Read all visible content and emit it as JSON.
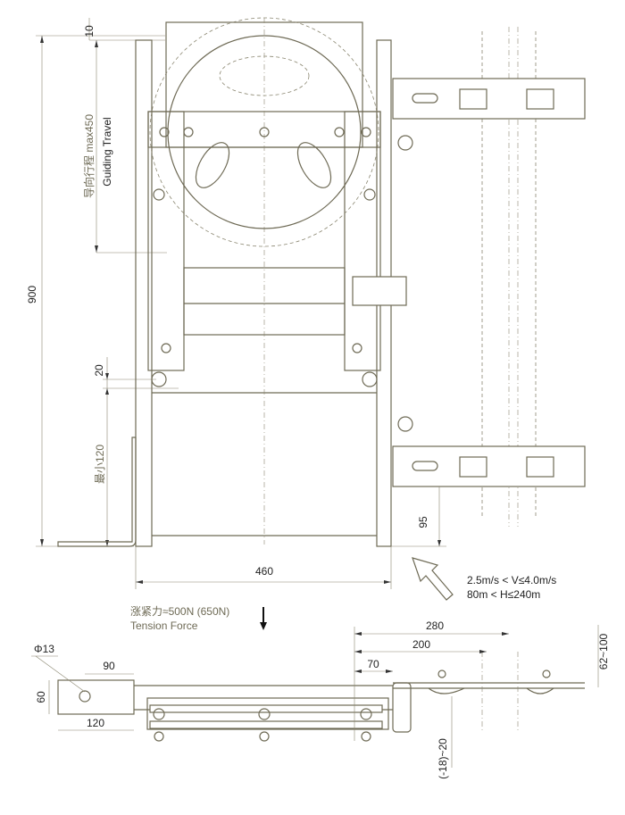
{
  "dimensions": {
    "top_gap": "10",
    "total_height": "900",
    "guiding_travel_cn": "导向行程 max450",
    "guiding_travel_en": "Guiding Travel",
    "gap_20": "20",
    "min_120": "最小120",
    "width_460": "460",
    "bottom_95": "95",
    "dim_280": "280",
    "dim_200": "200",
    "dim_70": "70",
    "dim_62_100": "62~100",
    "hole_phi13": "Φ13",
    "dim_90": "90",
    "dim_60": "60",
    "dim_120": "120",
    "dim_minus18_20": "(-18)~20"
  },
  "notes": {
    "speed": "2.5m/s < V≤4.0m/s",
    "height": "80m < H≤240m",
    "tension_cn": "涨紧力≈500N  (650N)",
    "tension_en": "Tension Force"
  }
}
